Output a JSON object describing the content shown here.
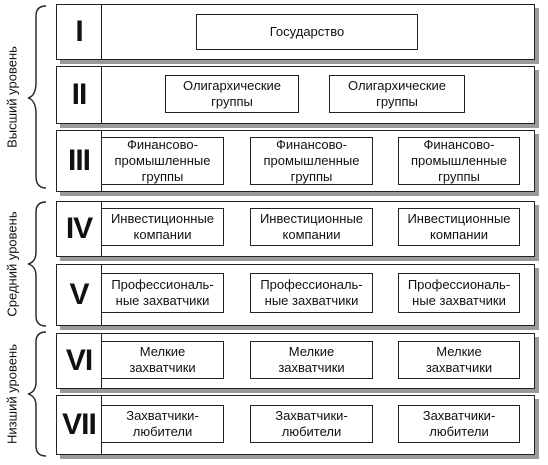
{
  "levels": [
    {
      "label": "Высший уровень"
    },
    {
      "label": "Средний уровень"
    },
    {
      "label": "Низший уровень"
    }
  ],
  "rows": [
    {
      "numeral": "I",
      "items": [
        "Государство"
      ]
    },
    {
      "numeral": "II",
      "items": [
        "Олигархические\nгруппы",
        "Олигархические\nгруппы"
      ]
    },
    {
      "numeral": "III",
      "items": [
        "Финансово-\nпромышленные\nгруппы",
        "Финансово-\nпромышленные\nгруппы",
        "Финансово-\nпромышленные\nгруппы"
      ]
    },
    {
      "numeral": "IV",
      "items": [
        "Инвестиционные\nкомпании",
        "Инвестиционные\nкомпании",
        "Инвестиционные\nкомпании"
      ]
    },
    {
      "numeral": "V",
      "items": [
        "Профессиональ-\nные захватчики",
        "Профессиональ-\nные захватчики",
        "Профессиональ-\nные захватчики"
      ]
    },
    {
      "numeral": "VI",
      "items": [
        "Мелкие\nзахватчики",
        "Мелкие\nзахватчики",
        "Мелкие\nзахватчики"
      ]
    },
    {
      "numeral": "VII",
      "items": [
        "Захватчики-\nлюбители",
        "Захватчики-\nлюбители",
        "Захватчики-\nлюбители"
      ]
    }
  ]
}
